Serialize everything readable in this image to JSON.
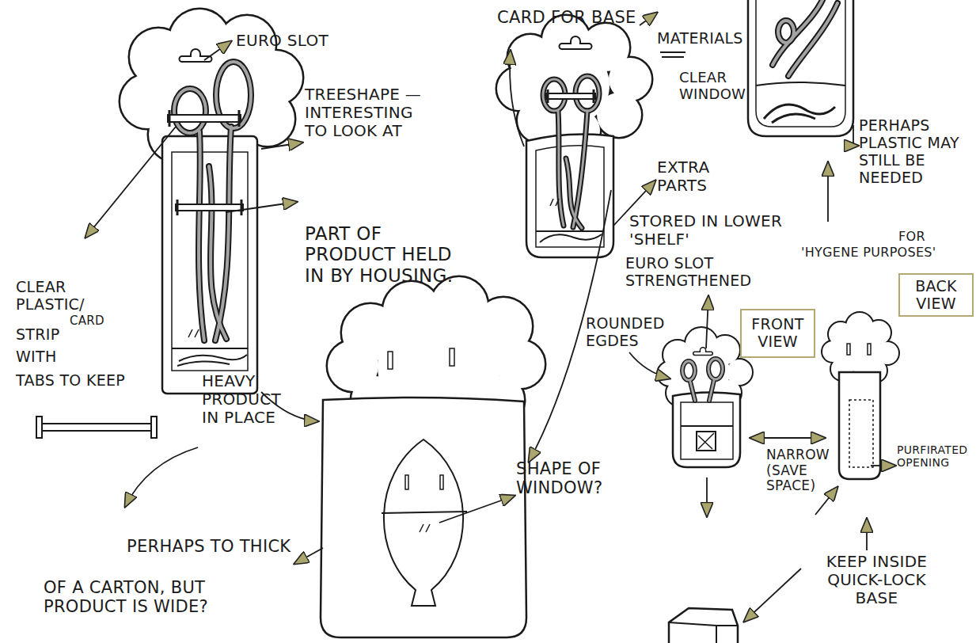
{
  "diagram": {
    "nodes": [
      {
        "text": [
          "FRONT VIEW"
        ]
      },
      {
        "text": [
          "BACK VIEW"
        ]
      }
    ],
    "labels": [
      "EURO SLOT",
      "TREESHAPE — INTERESTING TO LOOK AT",
      "PART OF PRODUCT HELD IN BY HOUSING.",
      "CLEAR PLASTIC/",
      "CARD",
      "STRIP",
      "WITH",
      "TABS TO KEEP",
      "HEAVY PRODUCT IN PLACE",
      "CARD FOR BASE",
      "MATERIALS",
      "CLEAR WINDOW",
      "EXTRA PARTS",
      "STORED IN LOWER 'SHELF'",
      "PERHAPS PLASTIC MAY STILL BE NEEDED",
      "FOR",
      "'HYGENE PURPOSES'",
      "EURO SLOT STRENGTHENED",
      "ROUNDED EGDES",
      "NARROW (SAVE SPACE)",
      "PURFIRATED OPENING",
      "KEEP INSIDE QUICK-LOCK BASE",
      "SHAPE OF WINDOW?",
      "PERHAPS TO THICK",
      "OF A CARTON, BUT PRODUCT IS WIDE?"
    ]
  }
}
